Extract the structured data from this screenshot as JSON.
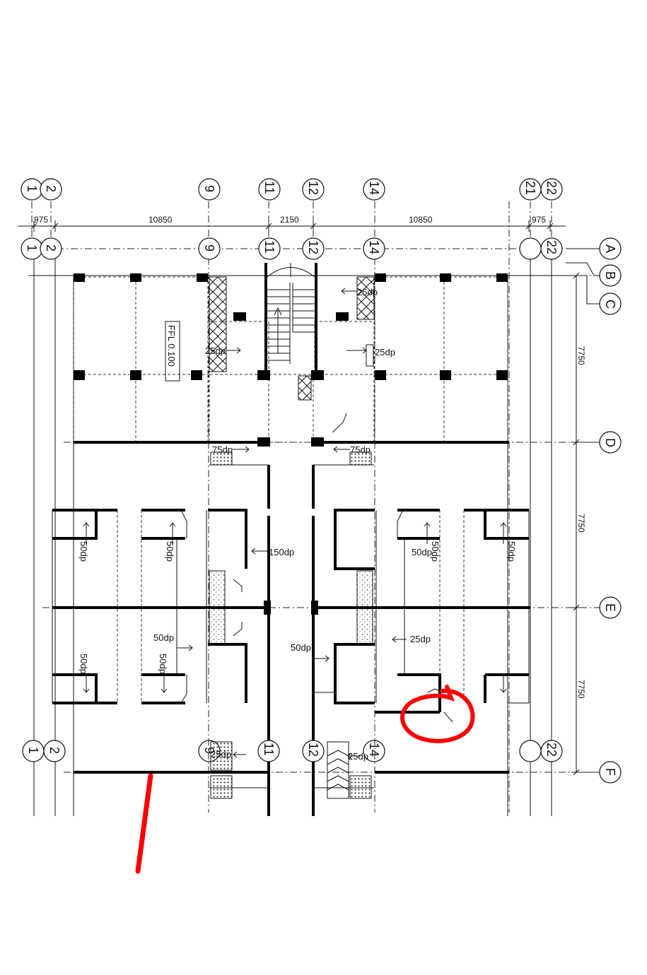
{
  "grid_top": [
    "1",
    "2",
    "9",
    "11",
    "12",
    "14",
    "21",
    "22"
  ],
  "grid_second_row": [
    "1",
    "2",
    "9",
    "11",
    "12",
    "14",
    "",
    "22"
  ],
  "grid_bottom": [
    "1",
    "2",
    "9",
    "11",
    "12",
    "14",
    "",
    "22"
  ],
  "grid_right": [
    "A",
    "B",
    "C",
    "D",
    "E",
    "F"
  ],
  "dims_horizontal": [
    "975",
    "10850",
    "2150",
    "10850",
    "975"
  ],
  "dims_vertical": [
    "7750",
    "7750",
    "7750"
  ],
  "ffl_label": "FFL 0.100",
  "dp_labels": {
    "s_25_a": "25dp",
    "s_25_b": "25dp",
    "s_25_c": "25dp",
    "s_75_a": "75dp",
    "s_75_b": "75dp",
    "s_150": "150dp",
    "s_50_h1": "50dp",
    "s_50_v1": "50dp",
    "s_50_v2": "50dp",
    "s_50_v3": "50dp",
    "s_50_h2": "50dp",
    "s_50_h3": "50dp",
    "s_25_d": "25dp",
    "s_50_v4": "50dp",
    "s_50_v5": "50dp",
    "s_50_v6": "50dp",
    "s_25_e": "25dp",
    "s_25_f": "25dp"
  },
  "colors": {
    "lines": "#111111",
    "markup": "#ff0000"
  }
}
